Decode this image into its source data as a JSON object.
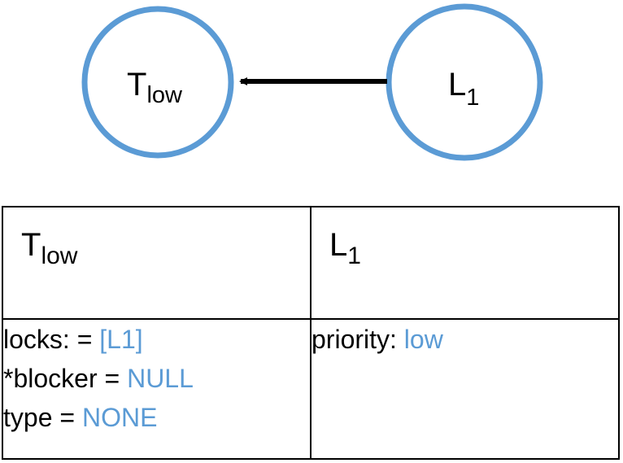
{
  "graph": {
    "nodes": [
      {
        "id": "tlow",
        "label_main": "T",
        "label_sub": "low"
      },
      {
        "id": "l1",
        "label_main": "L",
        "label_sub": "1"
      }
    ],
    "edges": [
      {
        "from": "l1",
        "to": "tlow"
      }
    ],
    "node_stroke_color": "#5b9bd5",
    "edge_color": "#000000"
  },
  "table": {
    "col1": {
      "header_main": "T",
      "header_sub": "low",
      "rows": [
        {
          "key": "locks: = ",
          "value": "[L1]"
        },
        {
          "key": "*blocker = ",
          "value": "NULL"
        },
        {
          "key": "type = ",
          "value": "NONE"
        }
      ]
    },
    "col2": {
      "header_main": "L",
      "header_sub": "1",
      "rows": [
        {
          "key": "priority: ",
          "value": "low"
        }
      ]
    },
    "value_color": "#5b9bd5"
  }
}
